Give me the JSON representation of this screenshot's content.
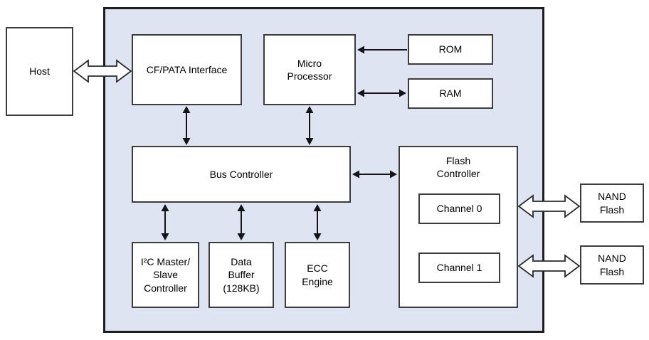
{
  "diagram": {
    "type": "block-diagram",
    "subject": "CF/PATA flash storage controller architecture"
  },
  "colors": {
    "chip_fill": "#dee4f2",
    "box_fill": "#ffffff",
    "border": "#3c3c3c",
    "arrow": "#141414"
  },
  "blocks": {
    "host": {
      "label": "Host"
    },
    "cf_pata_interface": {
      "label": "CF/PATA Interface"
    },
    "micro_processor": {
      "label": "Micro\nProcessor"
    },
    "rom": {
      "label": "ROM"
    },
    "ram": {
      "label": "RAM"
    },
    "bus_controller": {
      "label": "Bus Controller"
    },
    "flash_controller": {
      "label": "Flash\nController"
    },
    "channel_0": {
      "label": "Channel 0"
    },
    "channel_1": {
      "label": "Channel 1"
    },
    "i2c_controller": {
      "label": "I²C Master/\nSlave\nController"
    },
    "data_buffer": {
      "label": "Data\nBuffer\n(128KB)"
    },
    "ecc_engine": {
      "label": "ECC\nEngine"
    },
    "nand_flash_0": {
      "label": "NAND\nFlash"
    },
    "nand_flash_1": {
      "label": "NAND\nFlash"
    }
  }
}
